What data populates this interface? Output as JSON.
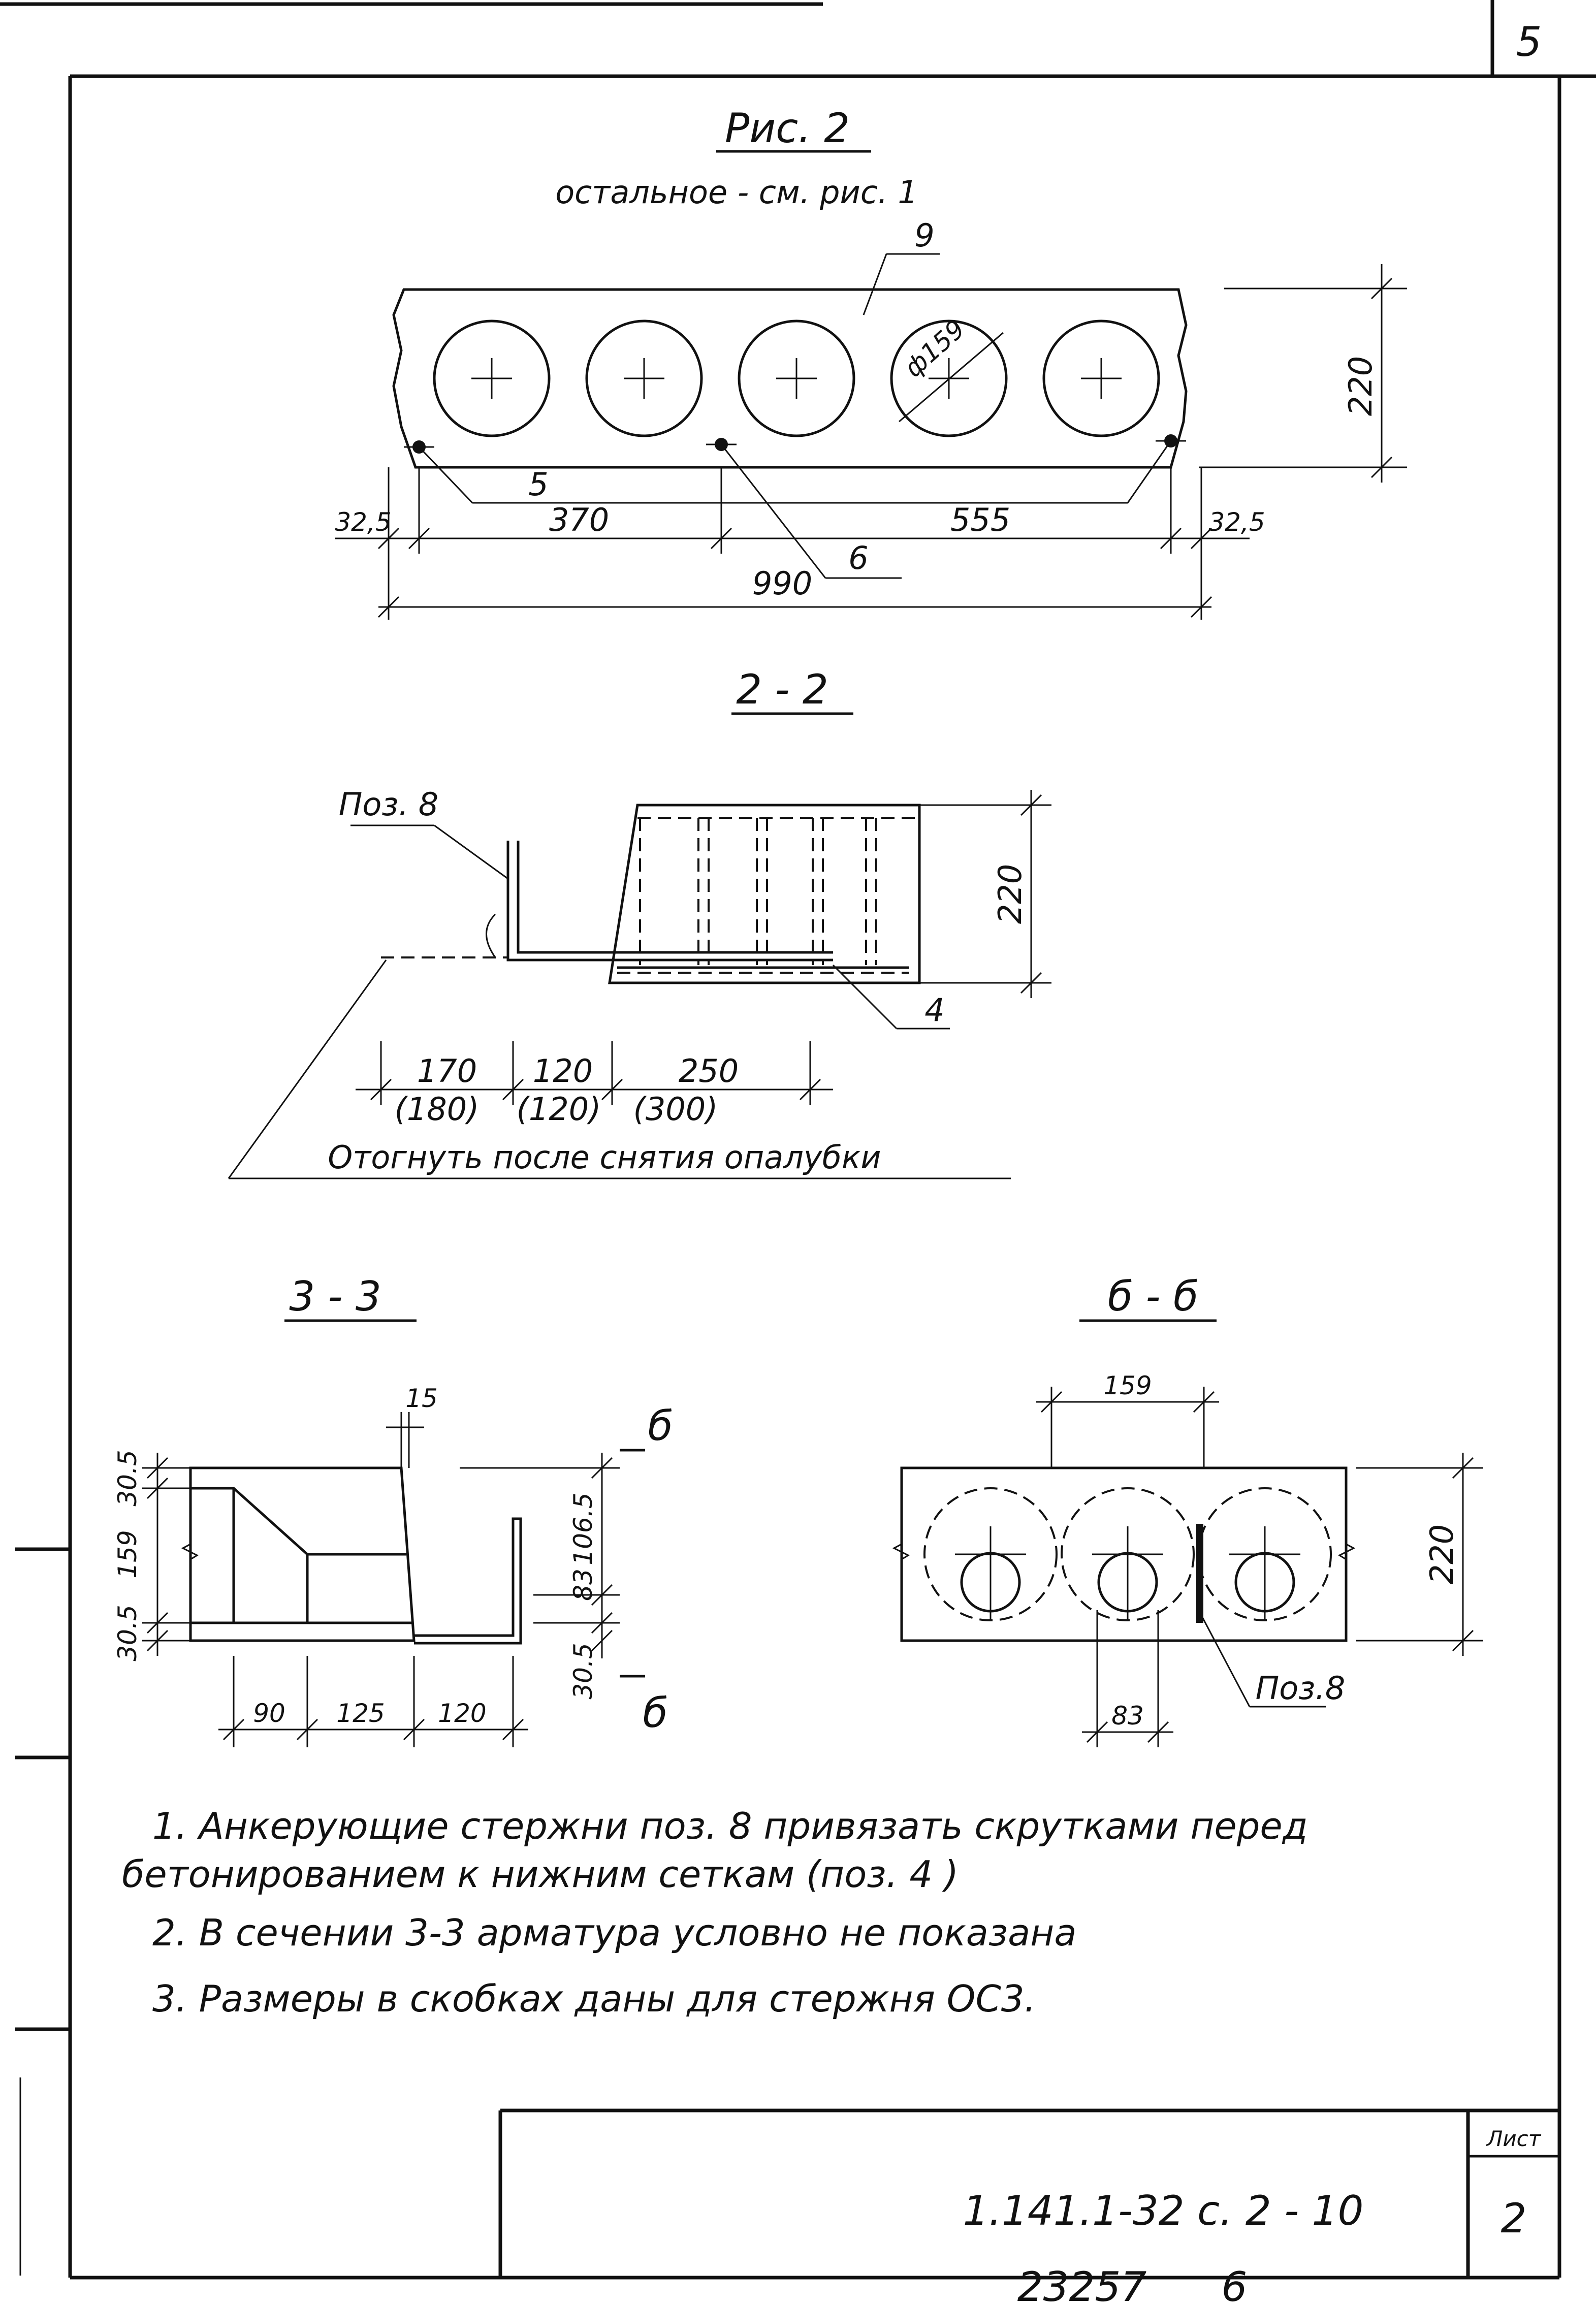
{
  "sheet": {
    "corner_number": "5",
    "drawing_code": "1.141.1-32 с. 2 - 10",
    "sheet_label": "Лист",
    "sheet_number": "2",
    "archive_number": "23257",
    "archive_sub": "6"
  },
  "fig2": {
    "title": "Рис. 2",
    "subtitle": "остальное - см. рис. 1",
    "pos_9": "9",
    "pos_5": "5",
    "pos_6": "6",
    "diameter": "ф159",
    "height": "220",
    "dims": {
      "left_edge": "32,5",
      "span_a": "370",
      "span_b": "555",
      "right_edge": "32,5",
      "total": "990"
    }
  },
  "sec22": {
    "title": "2 - 2",
    "pos8_label": "Поз. 8",
    "pos_4": "4",
    "height": "220",
    "dims": [
      "170",
      "120",
      "250"
    ],
    "dims_alt": [
      "(180)",
      "(120)",
      "(300)"
    ],
    "note": "Отогнуть после снятия опалубки"
  },
  "sec33": {
    "title": "3 - 3",
    "top_dim": "15",
    "left_dims": [
      "30.5",
      "159",
      "30.5"
    ],
    "right_dims": [
      "106.5",
      "83",
      "30.5"
    ],
    "bottom_dims": [
      "90",
      "125",
      "120"
    ],
    "cut_mark": "б"
  },
  "secBB": {
    "title": "б - б",
    "top_dim": "159",
    "height": "220",
    "bottom_dim": "83",
    "pos8_label": "Поз.8"
  },
  "notes": [
    "1. Анкерующие стержни поз. 8 привязать скрутками перед",
    "бетонированием к нижним сеткам (поз. 4 )",
    "2. В сечении 3-3 арматура условно не показана",
    "3. Размеры в скобках даны для стержня ОС3."
  ]
}
